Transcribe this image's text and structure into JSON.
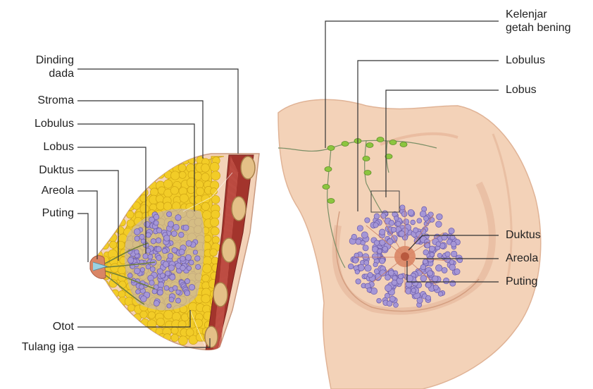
{
  "colors": {
    "skin": "#f3d2b8",
    "skin_shadow": "#e7b79b",
    "fat": "#f2cc27",
    "fat_edge": "#cfa414",
    "muscle": "#a3342c",
    "rib": "#e4c087",
    "lobule": "#a596d6",
    "lobule_edge": "#6a5aa8",
    "areola": "#d98565",
    "lymph": "#8cc53f",
    "leader_line": "#333333"
  },
  "left_view": {
    "labels": {
      "chest_wall_line1": "Dinding",
      "chest_wall_line2": "dada",
      "stroma": "Stroma",
      "lobule": "Lobulus",
      "lobe": "Lobus",
      "duct": "Duktus",
      "areola": "Areola",
      "nipple": "Puting",
      "muscle": "Otot",
      "rib": "Tulang iga"
    }
  },
  "right_view": {
    "labels": {
      "lymph_node_line1": "Kelenjar",
      "lymph_node_line2": "getah bening",
      "lobule": "Lobulus",
      "lobe": "Lobus",
      "duct": "Duktus",
      "areola": "Areola",
      "nipple": "Puting"
    }
  }
}
